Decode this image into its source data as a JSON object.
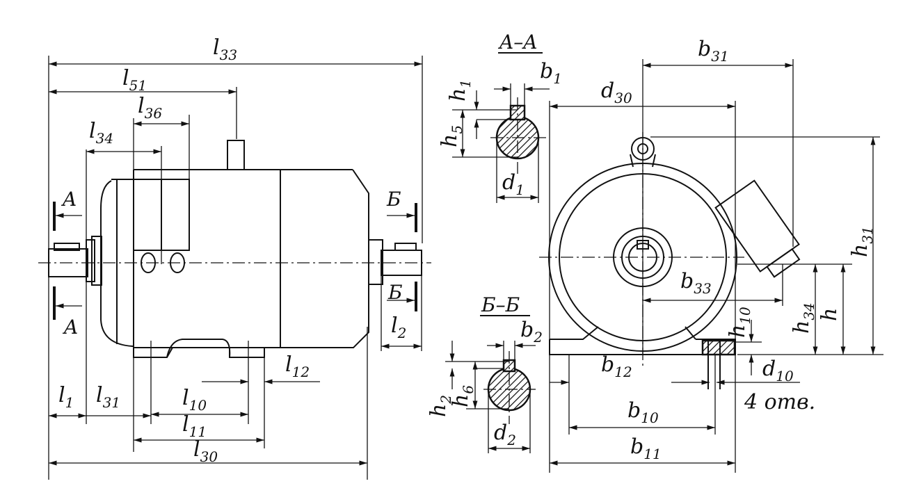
{
  "dimensions": {
    "l33": {
      "letter": "l",
      "index": "33"
    },
    "l51": {
      "letter": "l",
      "index": "51"
    },
    "l36": {
      "letter": "l",
      "index": "36"
    },
    "l34": {
      "letter": "l",
      "index": "34"
    },
    "l1": {
      "letter": "l",
      "index": "1"
    },
    "l31": {
      "letter": "l",
      "index": "31"
    },
    "l10": {
      "letter": "l",
      "index": "10"
    },
    "l11": {
      "letter": "l",
      "index": "11"
    },
    "l30": {
      "letter": "l",
      "index": "30"
    },
    "l12": {
      "letter": "l",
      "index": "12"
    },
    "l2": {
      "letter": "l",
      "index": "2"
    },
    "b1": {
      "letter": "b",
      "index": "1"
    },
    "b2": {
      "letter": "b",
      "index": "2"
    },
    "b31": {
      "letter": "b",
      "index": "31"
    },
    "d30": {
      "letter": "d",
      "index": "30"
    },
    "b33": {
      "letter": "b",
      "index": "33"
    },
    "b12": {
      "letter": "b",
      "index": "12"
    },
    "b10": {
      "letter": "b",
      "index": "10"
    },
    "b11": {
      "letter": "b",
      "index": "11"
    },
    "d10": {
      "letter": "d",
      "index": "10"
    },
    "d1": {
      "letter": "d",
      "index": "1"
    },
    "d2": {
      "letter": "d",
      "index": "2"
    },
    "h31": {
      "letter": "h",
      "index": "31"
    },
    "h34": {
      "letter": "h",
      "index": "34"
    },
    "h10": {
      "letter": "h",
      "index": "10"
    },
    "h": {
      "letter": "h",
      "index": ""
    },
    "h1": {
      "letter": "h",
      "index": "1"
    },
    "h5": {
      "letter": "h",
      "index": "5"
    },
    "h2": {
      "letter": "h",
      "index": "2"
    },
    "h6": {
      "letter": "h",
      "index": "6"
    }
  },
  "sections": {
    "aa": "A–A",
    "bb": "Б–Б",
    "mark_a": "A",
    "mark_b": "Б"
  },
  "note_holes": "4 отв."
}
